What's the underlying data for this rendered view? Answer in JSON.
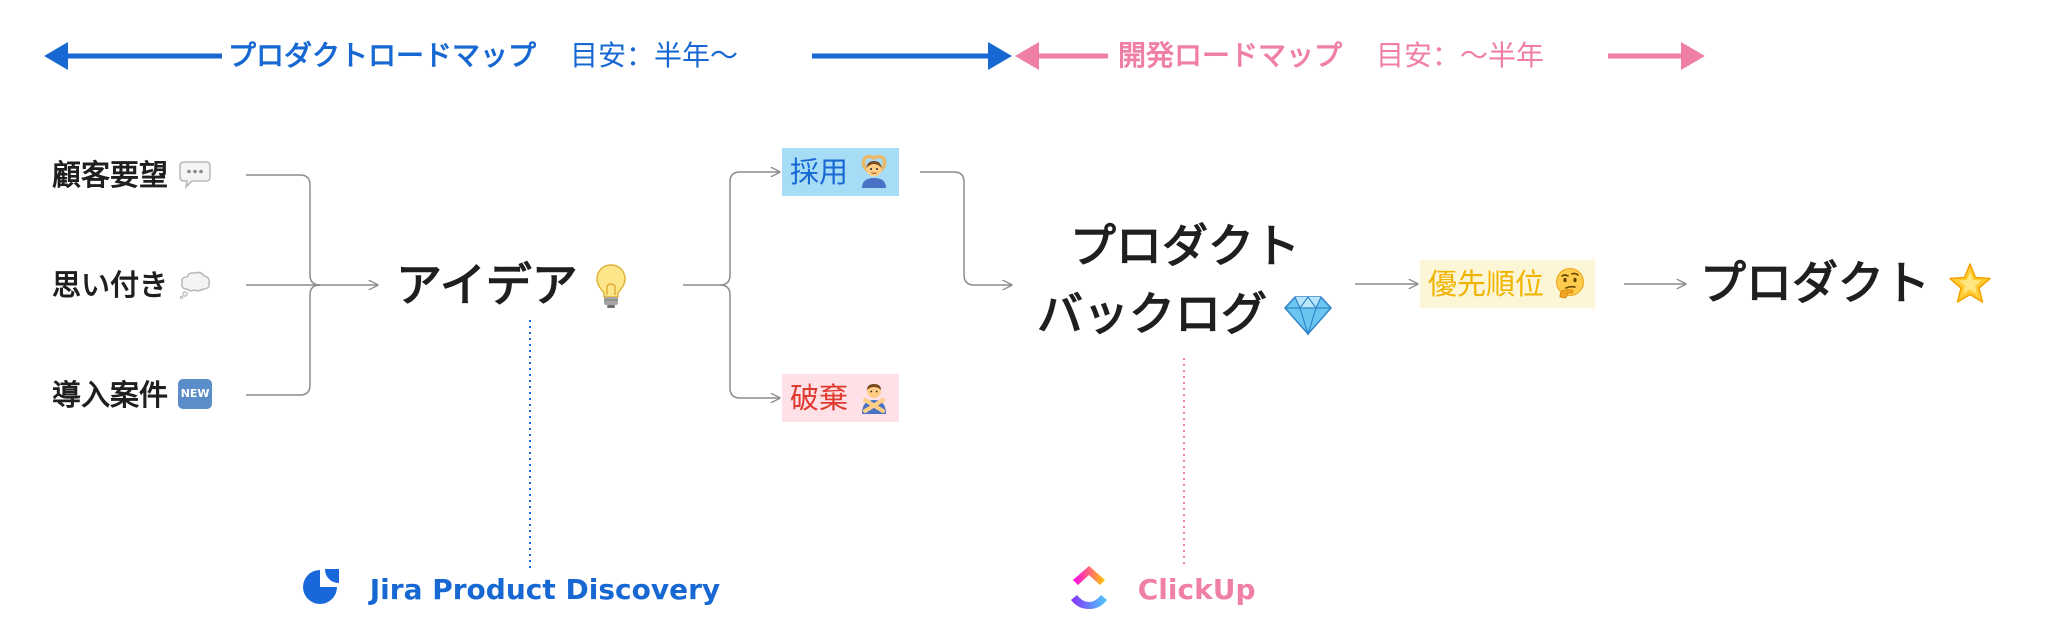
{
  "colors": {
    "product_roadmap": "#1768d2",
    "dev_roadmap": "#f07fa8",
    "adopt_bg": "#a7dcf6",
    "discard_bg": "#fde1e7",
    "discard_text": "#e03a2f",
    "priority_bg": "#fdf6d6",
    "priority_text": "#f0b400",
    "edge": "#8c8c8c"
  },
  "header": {
    "product_roadmap": {
      "label": "プロダクトロードマップ",
      "estimate": "目安：半年〜"
    },
    "dev_roadmap": {
      "label": "開発ロードマップ",
      "estimate": "目安：〜半年"
    }
  },
  "sources": [
    {
      "label": "顧客要望",
      "icon": "speech-bubble-icon"
    },
    {
      "label": "思い付き",
      "icon": "thought-bubble-icon"
    },
    {
      "label": "導入案件",
      "icon": "new-badge-icon",
      "badge": "NEW"
    }
  ],
  "idea": {
    "label": "アイデア",
    "icon": "light-bulb-icon"
  },
  "outcomes": {
    "adopt": {
      "label": "採用",
      "icon": "person-ok-gesture-icon"
    },
    "discard": {
      "label": "破棄",
      "icon": "person-no-gesture-icon"
    }
  },
  "backlog": {
    "line1": "プロダクト",
    "line2": "バックログ",
    "icon": "gem-icon"
  },
  "priority": {
    "label": "優先順位",
    "icon": "thinking-face-icon"
  },
  "product": {
    "label": "プロダクト",
    "icon": "glowing-star-icon"
  },
  "tools": {
    "jira": {
      "name": "Jira Product Discovery",
      "icon": "jira-product-discovery-logo-icon"
    },
    "clickup": {
      "name": "ClickUp",
      "icon": "clickup-logo-icon"
    }
  }
}
